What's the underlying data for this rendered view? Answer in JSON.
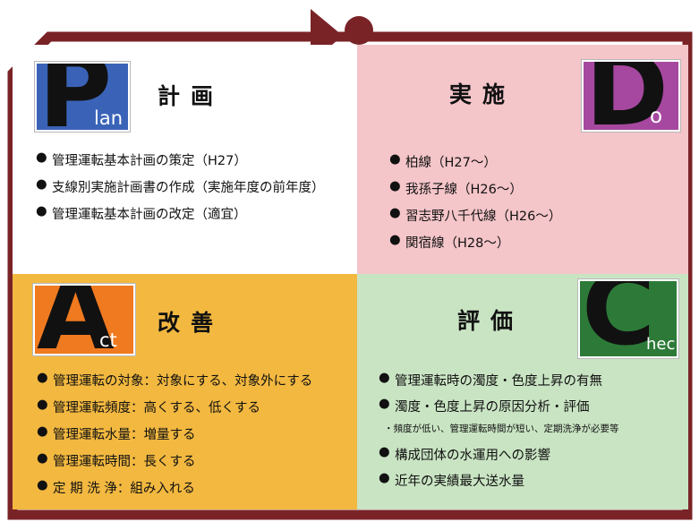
{
  "colors": {
    "frame": "#7a2327",
    "plan_bg": "#ffffff",
    "do_bg": "#f4c5c9",
    "act_bg": "#f2b840",
    "check_bg": "#c9e4c3",
    "plan_badge": "#3a63b8",
    "do_badge": "#a6489f",
    "act_badge": "#f07a20",
    "check_badge": "#2d7a38"
  },
  "plan": {
    "letter": "P",
    "rest": "lan",
    "title": "計画",
    "items": [
      "管理運転基本計画の策定（H27）",
      "支線別実施計画書の作成（実施年度の前年度）",
      "管理運転基本計画の改定（適宜）"
    ]
  },
  "do": {
    "letter": "D",
    "rest": "o",
    "title": "実施",
    "items": [
      "柏線（H27～）",
      "我孫子線（H26～）",
      "習志野八千代線（H26～）",
      "関宿線（H28～）"
    ]
  },
  "act": {
    "letter": "A",
    "rest": "ct",
    "title": "改善",
    "items": [
      "管理運転の対象：対象にする、対象外にする",
      "管理運転頻度：高くする、低くする",
      "管理運転水量：増量する",
      "管理運転時間：長くする",
      "定 期 洗 浄：組み入れる"
    ]
  },
  "check": {
    "letter": "C",
    "rest": "heck",
    "title": "評価",
    "items": [
      "管理運転時の濁度・色度上昇の有無",
      "濁度・色度上昇の原因分析・評価"
    ],
    "sub_note": "・頻度が低い、管理運転時間が短い、定期洗浄が必要等",
    "items2": [
      "構成団体の水運用への影響",
      "近年の実績最大送水量"
    ]
  }
}
